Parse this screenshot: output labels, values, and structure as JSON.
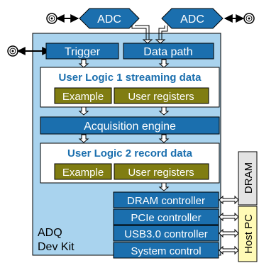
{
  "adc_left": "ADC",
  "adc_right": "ADC",
  "trigger": "Trigger",
  "data_path": "Data path",
  "user_logic_1": "User Logic 1 streaming data",
  "ul1_example": "Example",
  "ul1_user_registers": "User registers",
  "acquisition_engine": "Acquisition engine",
  "user_logic_2": "User Logic 2 record data",
  "ul2_example": "Example",
  "ul2_user_registers": "User registers",
  "dram_controller": "DRAM controller",
  "pcie_controller": "PCIe controller",
  "usb_controller": "USB3.0 controller",
  "system_control": "System control",
  "kit_line1": "ADQ",
  "kit_line2": "Dev Kit",
  "dram": "DRAM",
  "host_pc": "Host PC",
  "colors": {
    "board_fill": "#a9d3ee",
    "block_fill": "#1b6fae",
    "user_logic_fill": "#ffffff",
    "user_logic_text": "#1b6fae",
    "olive_fill": "#807d12",
    "dram_fill": "#e3e3e3",
    "host_fill": "#fffab6",
    "outline": "#000000"
  }
}
